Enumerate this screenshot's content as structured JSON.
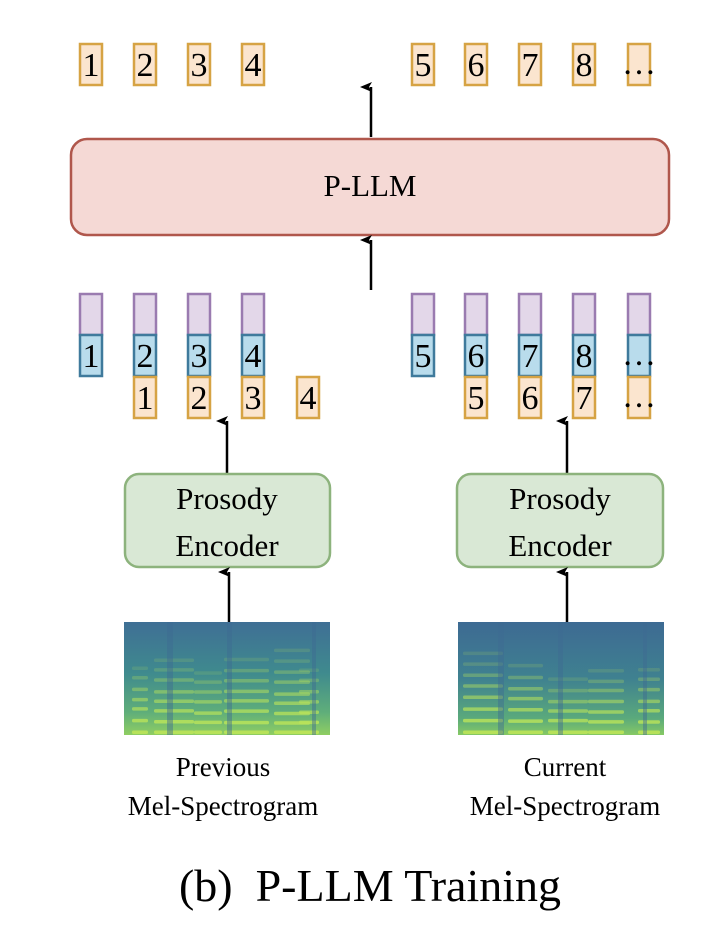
{
  "colors": {
    "orange_fill": "#fbe5cf",
    "orange_stroke": "#d6a344",
    "blue_fill": "#b9dcec",
    "blue_stroke": "#3f7a9c",
    "purple_fill": "#e3d7e9",
    "purple_stroke": "#9a7bb0",
    "pllm_fill": "#f5d9d5",
    "pllm_stroke": "#b0574c",
    "encoder_fill": "#d9e8d5",
    "encoder_stroke": "#8db37d",
    "arrow": "#000000",
    "spec_dark": "#3d6b93",
    "spec_mid": "#4f9a8a",
    "spec_bright": "#b9e35a"
  },
  "output_tokens": {
    "left": [
      "1",
      "2",
      "3",
      "4"
    ],
    "right": [
      "5",
      "6",
      "7",
      "8",
      "..."
    ]
  },
  "pllm": {
    "label": "P-LLM"
  },
  "input_stacks": {
    "left": {
      "blue_tokens": [
        "1",
        "2",
        "3",
        "4"
      ],
      "orange_tokens": [
        "",
        "1",
        "2",
        "3",
        "4"
      ]
    },
    "right": {
      "blue_tokens": [
        "5",
        "6",
        "7",
        "8",
        "..."
      ],
      "orange_tokens": [
        "",
        "5",
        "6",
        "7",
        "..."
      ]
    }
  },
  "encoders": {
    "left": {
      "line1": "Prosody",
      "line2": "Encoder"
    },
    "right": {
      "line1": "Prosody",
      "line2": "Encoder"
    }
  },
  "spectrograms": {
    "left": {
      "caption_line1": "Previous",
      "caption_line2": "Mel-Spectrogram"
    },
    "right": {
      "caption_line1": "Current",
      "caption_line2": "Mel-Spectrogram"
    }
  },
  "figure_title": "(b)  P-LLM Training"
}
